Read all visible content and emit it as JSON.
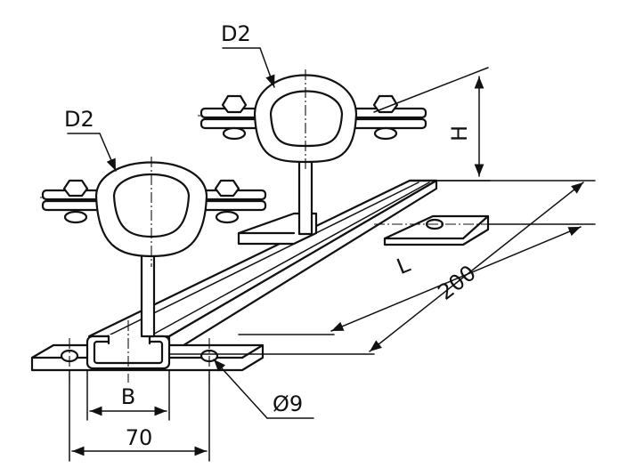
{
  "labels": {
    "d2_top": "D2",
    "d2_left": "D2",
    "h": "H",
    "l": "L",
    "len_200": "200",
    "b": "B",
    "hole": "Ø9",
    "width_70": "70"
  },
  "colors": {
    "ink": "#111111",
    "paper": "#ffffff"
  }
}
